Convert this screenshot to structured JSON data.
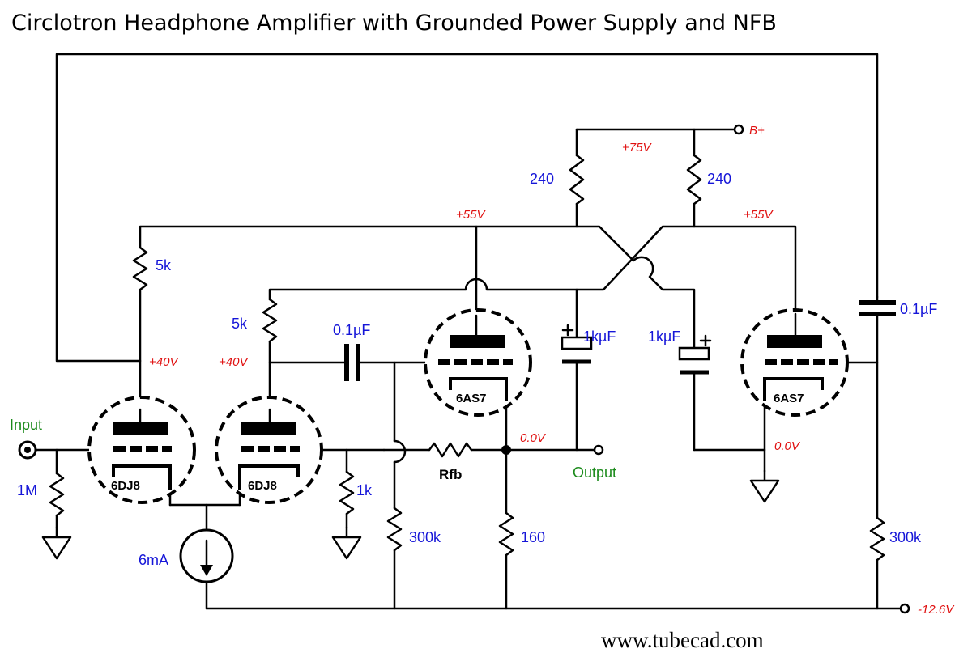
{
  "title": "Circlotron Headphone Amplifier with Grounded Power Supply and NFB",
  "url": "www.tubecad.com",
  "tubes": {
    "driver_left": "6DJ8",
    "driver_right": "6DJ8",
    "output_left": "6AS7",
    "output_right": "6AS7"
  },
  "resistors": {
    "input": "1M",
    "plate_left": "5k",
    "plate_right": "5k",
    "cathode_right": "1k",
    "bias_left": "300k",
    "feedback": "Rfb",
    "cathode_out": "160",
    "bias_right": "300k",
    "supply_left": "240",
    "supply_right": "240"
  },
  "capacitors": {
    "coupling_left": "0.1µF",
    "coupling_right": "0.1µF",
    "elec_left": "1kµF",
    "elec_right": "1kµF"
  },
  "current_source": "6mA",
  "voltages": {
    "b_plus": "B+",
    "supply": "+75V",
    "plate_left": "+55V",
    "plate_right": "+55V",
    "driver_left": "+40V",
    "driver_right": "+40V",
    "out_left": "0.0V",
    "out_right": "0.0V",
    "negative": "-12.6V"
  },
  "io": {
    "input": "Input",
    "output": "Output"
  },
  "colors": {
    "value": "#1515d8",
    "voltage": "#e01010",
    "io": "#1a8a1a"
  }
}
